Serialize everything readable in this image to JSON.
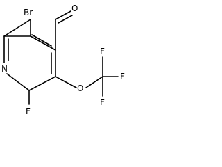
{
  "molecule": {
    "atoms": {
      "bromine": "Br",
      "oxygen_aldehyde": "O",
      "nitrogen": "N",
      "fluorine_ring": "F",
      "oxygen_ether": "O",
      "fluorine_top": "F",
      "fluorine_right": "F",
      "fluorine_bottom": "F"
    },
    "colors": {
      "bond": "#000000",
      "label": "#000000",
      "background": "#ffffff"
    }
  }
}
